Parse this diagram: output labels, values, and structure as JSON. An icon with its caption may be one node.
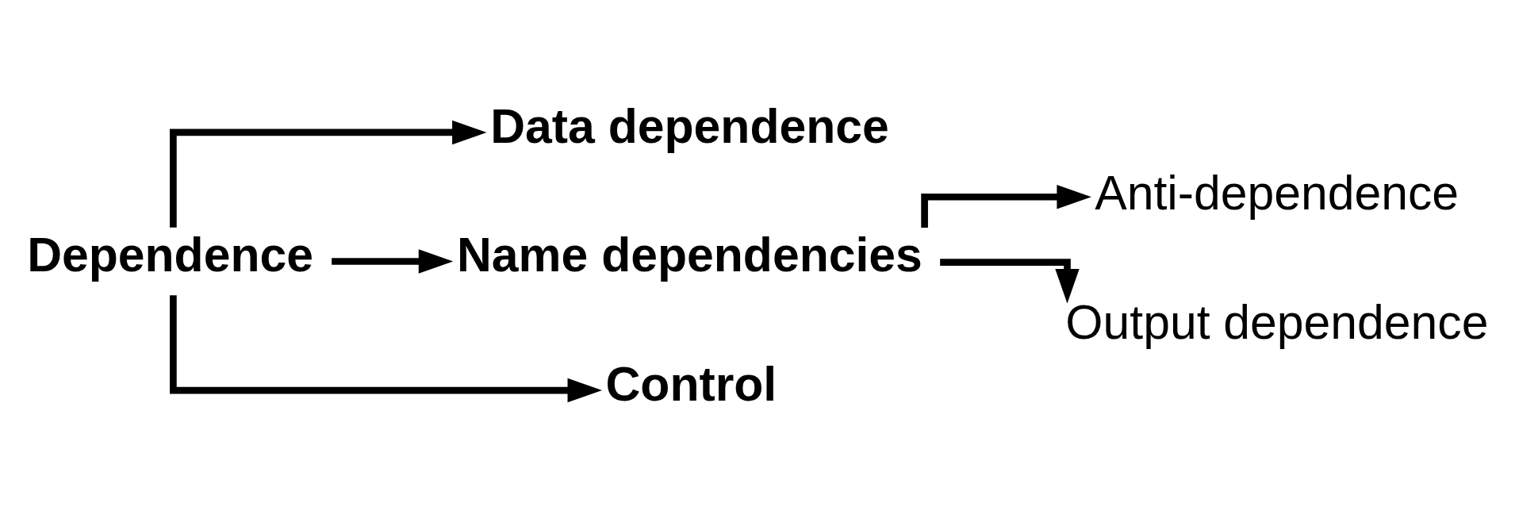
{
  "diagram": {
    "nodes": [
      {
        "text": [
          "Dependence"
        ]
      },
      {
        "text": [
          "Data dependence"
        ]
      },
      {
        "text": [
          "Name dependencies"
        ]
      },
      {
        "text": [
          "Control"
        ]
      },
      {
        "text": [
          "Anti-dependence"
        ]
      },
      {
        "text": [
          "Output dependence"
        ]
      }
    ],
    "edges": [
      {
        "from": 0,
        "to": 1,
        "arrow": "to"
      },
      {
        "from": 0,
        "to": 2,
        "arrow": "to"
      },
      {
        "from": 0,
        "to": 3,
        "arrow": "to"
      },
      {
        "from": 2,
        "to": 4,
        "arrow": "to"
      },
      {
        "from": 2,
        "to": 5,
        "arrow": "to"
      }
    ]
  }
}
